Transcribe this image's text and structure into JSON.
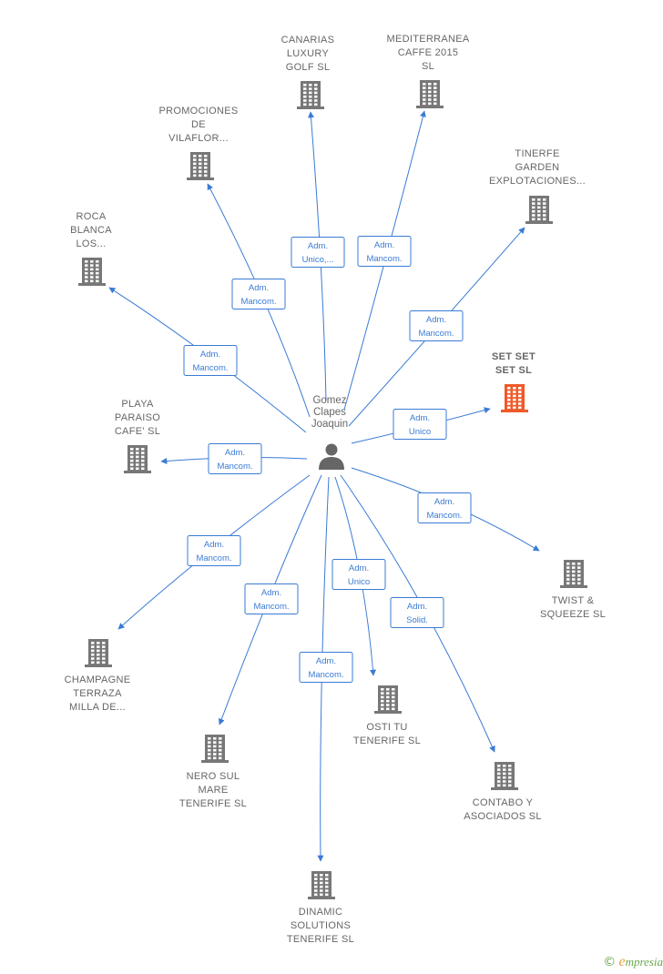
{
  "colors": {
    "edge": "#3a7bd5",
    "building": "#777777",
    "highlight": "#f05a28",
    "text": "#666666"
  },
  "center": {
    "name_lines": [
      "Gomez",
      "Clapes",
      "Joaquin"
    ],
    "icon": "person-icon"
  },
  "companies": [
    {
      "id": "canarias",
      "lines": [
        "CANARIAS",
        "LUXURY",
        "GOLF SL"
      ],
      "highlight": false,
      "role": [
        "Adm.",
        "Unico,..."
      ]
    },
    {
      "id": "mediterranea",
      "lines": [
        "MEDITERRANEA",
        "CAFFE 2015",
        "SL"
      ],
      "highlight": false,
      "role": [
        "Adm.",
        "Mancom."
      ]
    },
    {
      "id": "promociones",
      "lines": [
        "PROMOCIONES",
        "DE",
        "VILAFLOR..."
      ],
      "highlight": false,
      "role": [
        "Adm.",
        "Mancom."
      ]
    },
    {
      "id": "tinerfe",
      "lines": [
        "TINERFE",
        "GARDEN",
        "EXPLOTACIONES..."
      ],
      "highlight": false,
      "role": [
        "Adm.",
        "Mancom."
      ]
    },
    {
      "id": "roca",
      "lines": [
        "ROCA",
        "BLANCA",
        "LOS..."
      ],
      "highlight": false,
      "role": [
        "Adm.",
        "Mancom."
      ]
    },
    {
      "id": "setset",
      "lines": [
        "SET SET",
        "SET  SL"
      ],
      "highlight": true,
      "role": [
        "Adm.",
        "Unico"
      ]
    },
    {
      "id": "playa",
      "lines": [
        "PLAYA",
        "PARAISO",
        "CAFE'  SL"
      ],
      "highlight": false,
      "role": [
        "Adm.",
        "Mancom."
      ]
    },
    {
      "id": "twist",
      "lines": [
        "TWIST &",
        "SQUEEZE  SL"
      ],
      "highlight": false,
      "role": [
        "Adm.",
        "Mancom."
      ]
    },
    {
      "id": "champagne",
      "lines": [
        "CHAMPAGNE",
        "TERRAZA",
        "MILLA DE..."
      ],
      "highlight": false,
      "role": [
        "Adm.",
        "Mancom."
      ]
    },
    {
      "id": "nero",
      "lines": [
        "NERO SUL",
        "MARE",
        "TENERIFE  SL"
      ],
      "highlight": false,
      "role": [
        "Adm.",
        "Mancom."
      ]
    },
    {
      "id": "osti",
      "lines": [
        "OSTI TU",
        "TENERIFE  SL"
      ],
      "highlight": false,
      "role": [
        "Adm.",
        "Unico"
      ]
    },
    {
      "id": "contabo",
      "lines": [
        "CONTABO Y",
        "ASOCIADOS SL"
      ],
      "highlight": false,
      "role": [
        "Adm.",
        "Solid."
      ]
    },
    {
      "id": "dinamic",
      "lines": [
        "DINAMIC",
        "SOLUTIONS",
        "TENERIFE  SL"
      ],
      "highlight": false,
      "role": [
        "Adm.",
        "Mancom."
      ]
    }
  ],
  "footer": {
    "copyright": "©",
    "brand_initial": "e",
    "brand_rest": "mpresia"
  }
}
